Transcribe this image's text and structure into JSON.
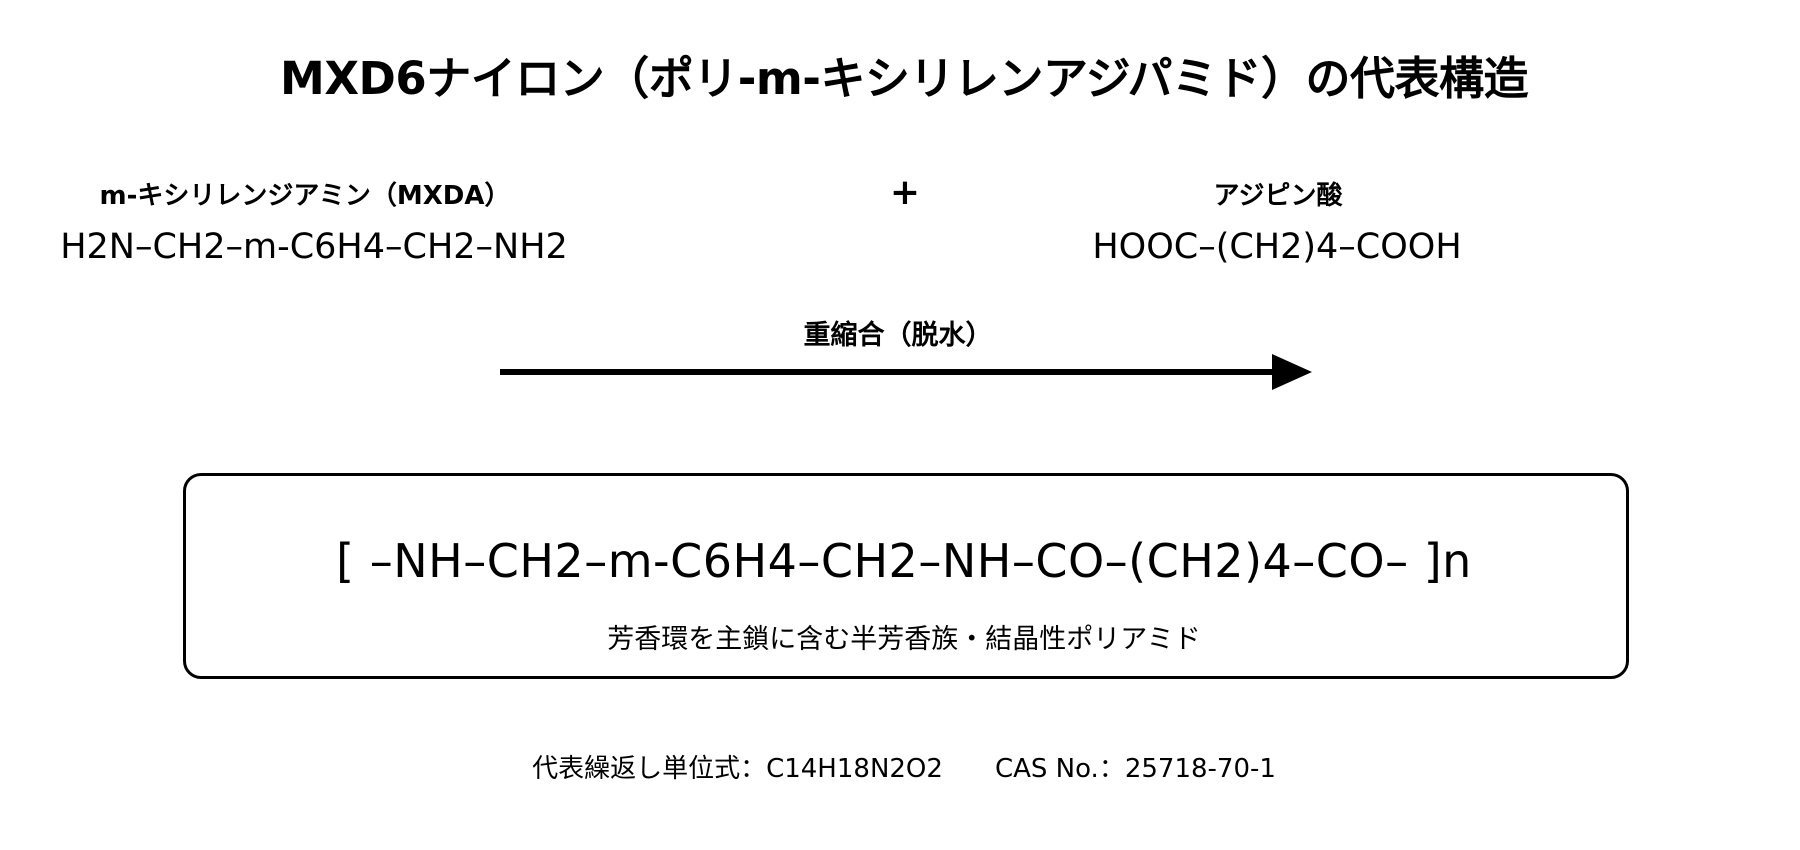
{
  "title": "MXD6ナイロン（ポリ-m-キシリレンアジパミド）の代表構造",
  "reactants": {
    "mxda": {
      "name": "m-キシリレンジアミン（MXDA）",
      "formula": "H2N–CH2–m-C6H4–CH2–NH2"
    },
    "plus": "+",
    "adipic_acid": {
      "name": "アジピン酸",
      "formula": "HOOC–(CH2)4–COOH"
    }
  },
  "reaction": {
    "label": "重縮合（脱水）"
  },
  "product": {
    "formula": "[ –NH–CH2–m-C6H4–CH2–NH–CO–(CH2)4–CO– ]n",
    "description": "芳香環を主鎖に含む半芳香族・結晶性ポリアミド"
  },
  "footer": {
    "repeat_unit": "代表繰返し単位式：C14H18N2O2",
    "cas": "CAS No.：25718-70-1"
  },
  "colors": {
    "ink": "#000000",
    "background": "#ffffff"
  }
}
